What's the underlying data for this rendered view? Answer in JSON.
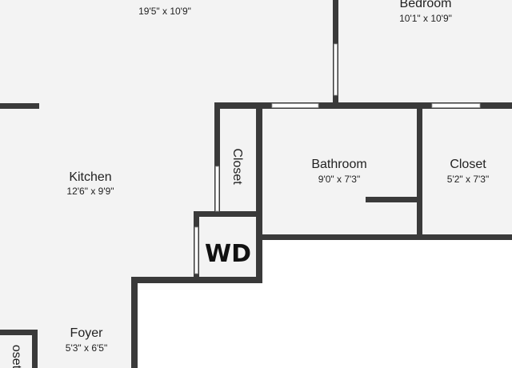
{
  "rooms": {
    "living": {
      "name": "",
      "dims": "19'5\" x 10'9\""
    },
    "bedroom": {
      "name": "Bedroom",
      "dims": "10'1\" x 10'9\""
    },
    "kitchen": {
      "name": "Kitchen",
      "dims": "12'6\" x 9'9\""
    },
    "closet_hall": {
      "name": "Closet"
    },
    "bathroom": {
      "name": "Bathroom",
      "dims": "9'0\" x 7'3\""
    },
    "closet_right": {
      "name": "Closet",
      "dims": "5'2\" x 7'3\""
    },
    "laundry": {
      "name": "WD"
    },
    "foyer": {
      "name": "Foyer",
      "dims": "5'3\" x 6'5\""
    },
    "closet_foyer": {
      "name": "oset"
    }
  },
  "colors": {
    "floor": "#f3f3f3",
    "wall": "#3a3a3a",
    "window": "#ffffff",
    "outside": "#ffffff"
  }
}
